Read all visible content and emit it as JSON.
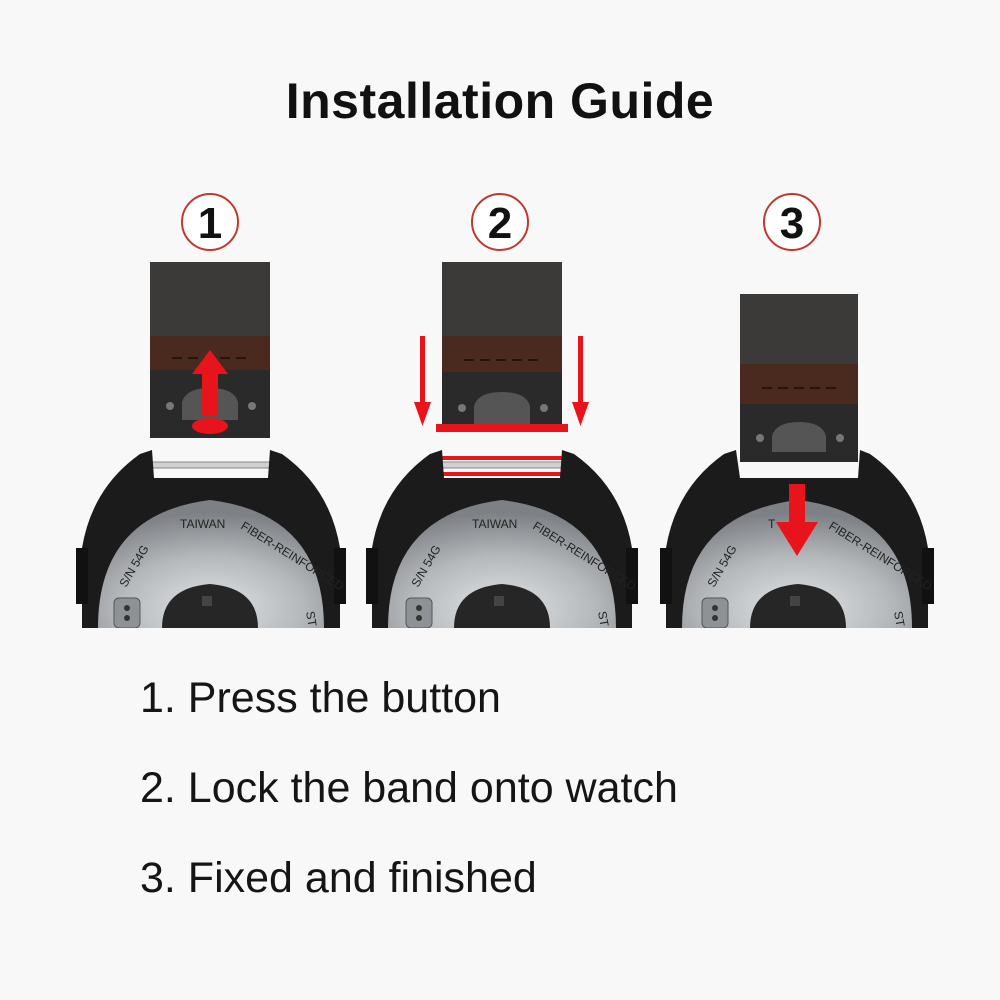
{
  "title": "Installation Guide",
  "steps": [
    {
      "number": "1",
      "case_text": [
        "TAIWAN",
        "FIBER-REINFORCED",
        "S/N 54G",
        "ST"
      ]
    },
    {
      "number": "2",
      "case_text": [
        "TAIWAN",
        "FIBER-REINFORCED",
        "S/N 54G",
        "ST"
      ]
    },
    {
      "number": "3",
      "case_text": [
        "T",
        "FIBER-REINFORCED",
        "S/N 54G",
        "ST"
      ]
    }
  ],
  "instructions": [
    "1. Press the button",
    "2. Lock the band onto watch",
    "3. Fixed and finished"
  ],
  "colors": {
    "arrow": "#e8141b",
    "badge_ring": "#c0392b",
    "band_dark": "#3c3a39",
    "band_brown": "#4a2a1e",
    "case_black": "#1b1b1b",
    "steel": "#b9bcbf"
  }
}
